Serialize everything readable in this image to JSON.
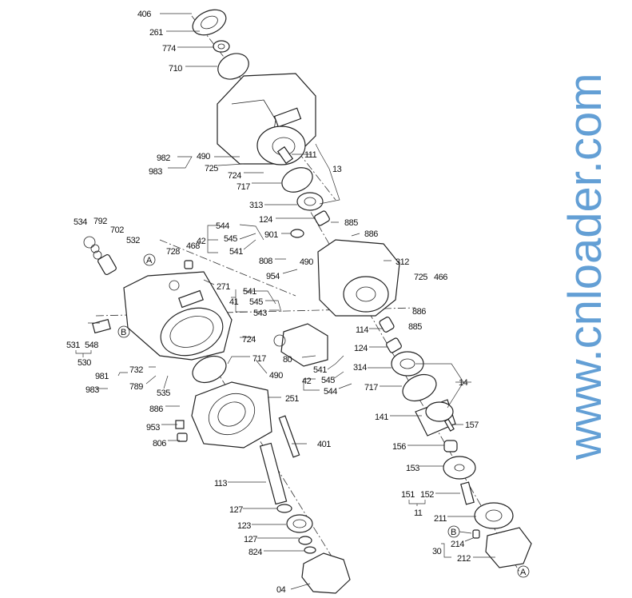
{
  "diagram": {
    "title": "Hydraulic pump exploded parts diagram",
    "watermark": "www.cnloader.com",
    "accent_color": "#2f7fc8",
    "labels": [
      "406",
      "261",
      "774",
      "710",
      "982",
      "983",
      "490",
      "725",
      "724",
      "717",
      "111",
      "13",
      "313",
      "124",
      "885",
      "901",
      "886",
      "544",
      "545",
      "42",
      "541",
      "534",
      "792",
      "702",
      "532",
      "728",
      "468",
      "808",
      "490",
      "312",
      "954",
      "271",
      "541",
      "41",
      "545",
      "543",
      "725",
      "466",
      "886",
      "885",
      "114",
      "531",
      "548",
      "530",
      "724",
      "124",
      "80",
      "717",
      "490",
      "314",
      "541",
      "42",
      "545",
      "544",
      "14",
      "717",
      "981",
      "732",
      "983",
      "789",
      "535",
      "886",
      "251",
      "141",
      "157",
      "953",
      "806",
      "401",
      "156",
      "153",
      "113",
      "151",
      "152",
      "11",
      "127",
      "211",
      "123",
      "214",
      "30",
      "127",
      "212",
      "824",
      "04"
    ],
    "markers": [
      "A",
      "B",
      "B",
      "A"
    ]
  }
}
